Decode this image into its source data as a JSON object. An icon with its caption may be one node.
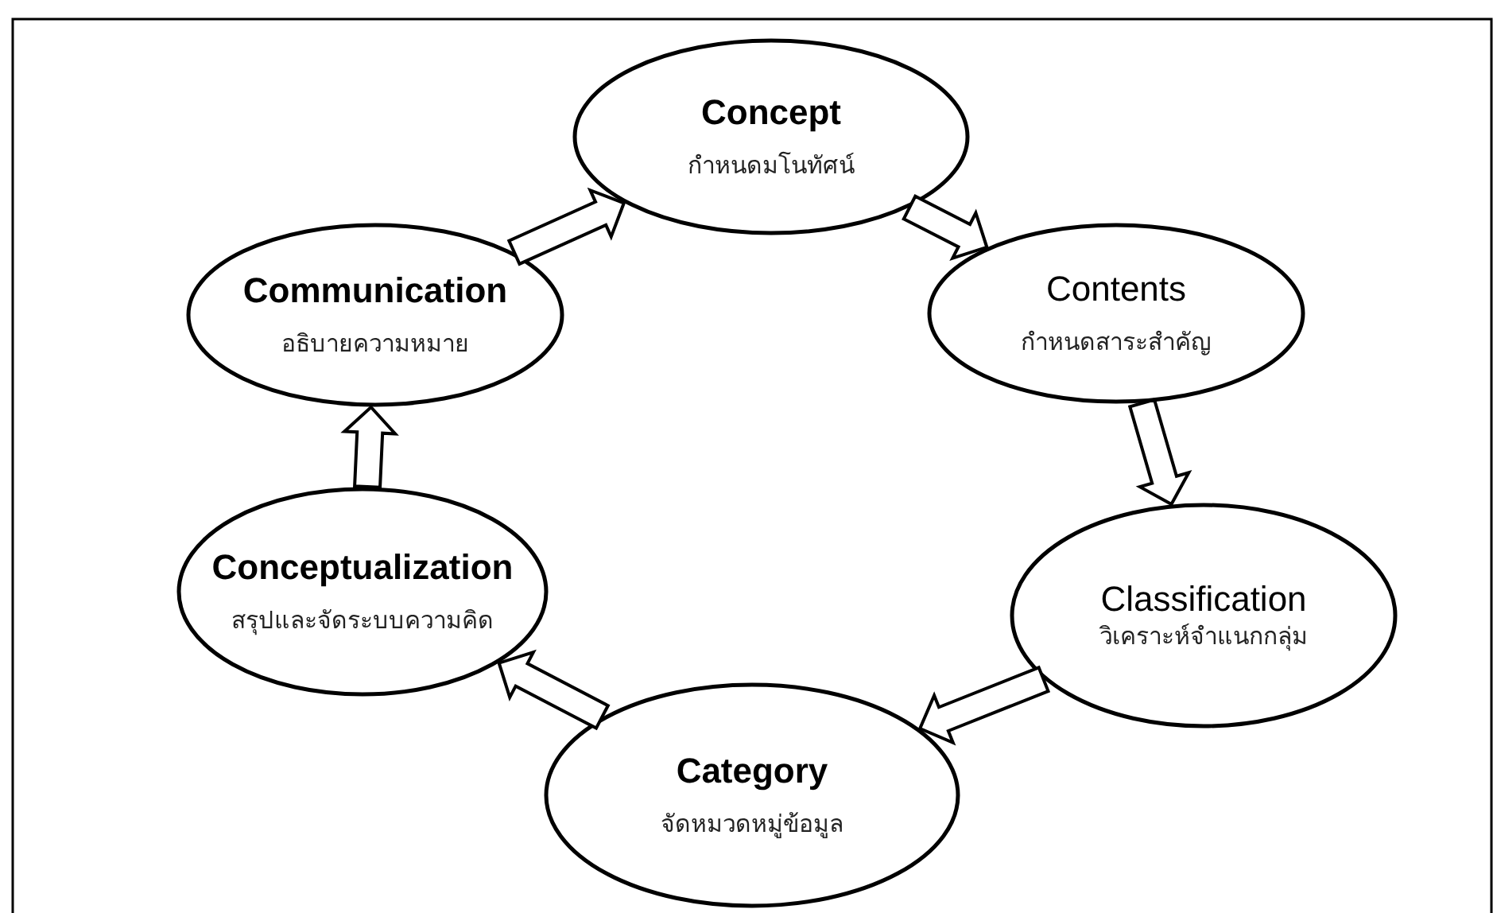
{
  "diagram": {
    "nodes": [
      {
        "text": [
          "Concept",
          "กำหนดมโนทัศน์"
        ]
      },
      {
        "text": [
          "Contents",
          "กำหนดสาระสำคัญ"
        ]
      },
      {
        "text": [
          "Classification",
          "วิเคราะห์จำแนกกลุ่ม"
        ]
      },
      {
        "text": [
          "Category",
          "จัดหมวดหมู่ข้อมูล"
        ]
      },
      {
        "text": [
          "Conceptualization",
          "สรุปและจัดระบบความคิด"
        ]
      },
      {
        "text": [
          "Communication",
          "อธิบายความหมาย"
        ]
      }
    ],
    "edges": [
      {
        "from": 0,
        "to": 1,
        "arrow": "to"
      },
      {
        "from": 1,
        "to": 2,
        "arrow": "to"
      },
      {
        "from": 2,
        "to": 3,
        "arrow": "to"
      },
      {
        "from": 3,
        "to": 4,
        "arrow": "to"
      },
      {
        "from": 4,
        "to": 5,
        "arrow": "to"
      },
      {
        "from": 5,
        "to": 0,
        "arrow": "to"
      }
    ]
  }
}
